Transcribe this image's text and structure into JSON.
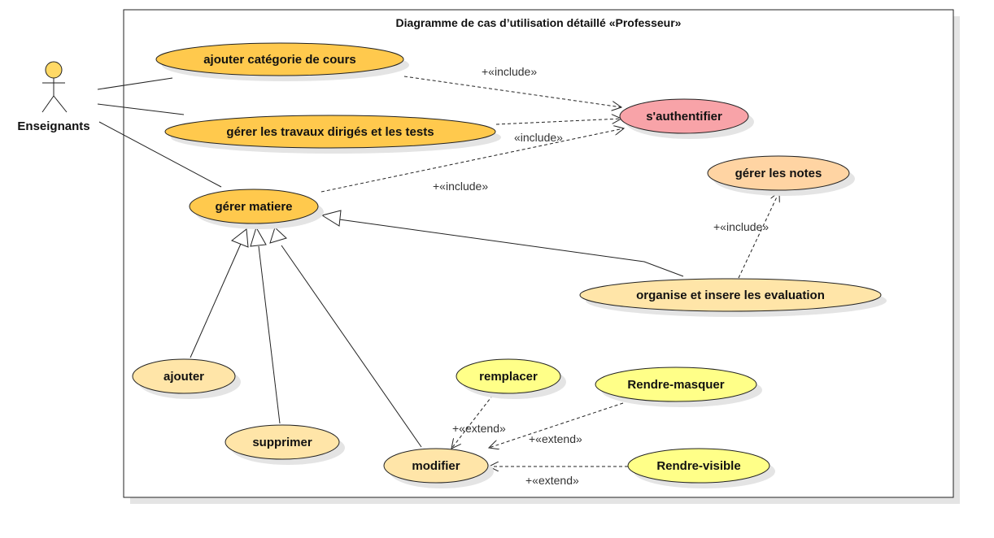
{
  "title": "Diagramme de cas d’utilisation  détaillé «Professeur»",
  "actor": {
    "name": "Enseignants"
  },
  "use_cases": {
    "ajouter_categorie": "ajouter catégorie de cours",
    "gerer_td": "gérer les travaux dirigés et les tests",
    "authentifier": "s'authentifier",
    "gerer_matiere": "gérer matiere",
    "gerer_notes": "gérer les notes",
    "organise": "organise et insere les evaluation",
    "ajouter": "ajouter",
    "supprimer": "supprimer",
    "modifier": "modifier",
    "remplacer": "remplacer",
    "rendre_masquer": "Rendre-masquer",
    "rendre_visible": "Rendre-visible"
  },
  "relations": {
    "include_1": "+«include»",
    "include_2": "«include»",
    "include_3": "+«include»",
    "include_notes": "+«include»",
    "extend_remplacer": "+«extend»",
    "extend_masquer": "+«extend»",
    "extend_visible": "+«extend»"
  },
  "colors": {
    "use_case_orange": "#ffc94d",
    "use_case_light": "#ffe5a8",
    "use_case_peach": "#ffd4a3",
    "use_case_yellow": "#ffff88",
    "use_case_red": "#f8a3a8",
    "actor_fill": "#ffd966",
    "stroke": "#222222",
    "shadow": "#e4e4e4"
  }
}
